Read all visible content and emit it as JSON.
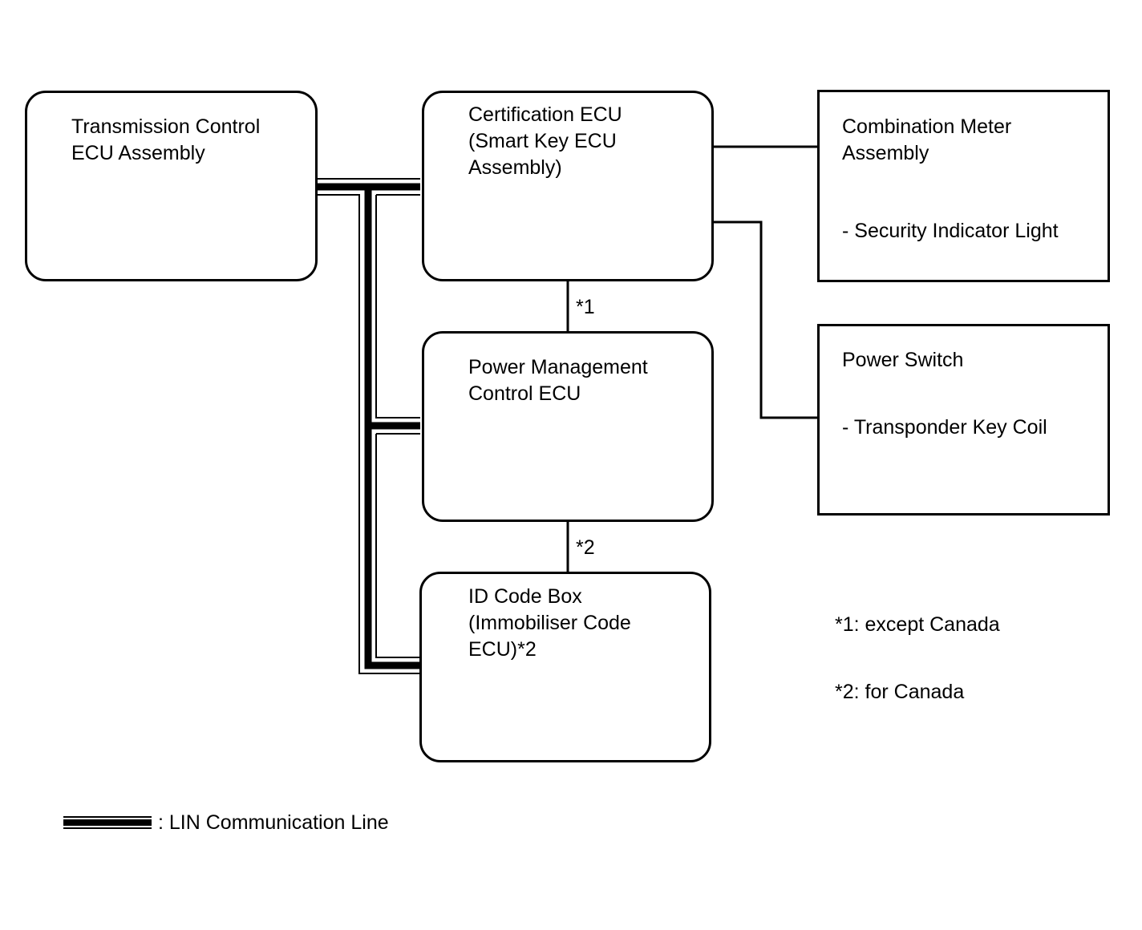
{
  "boxes": {
    "tcu": {
      "line1": "Transmission Control",
      "line2": "ECU Assembly"
    },
    "cert": {
      "line1": "Certification ECU",
      "line2": "(Smart Key ECU",
      "line3": "Assembly)"
    },
    "meter": {
      "line1": "Combination Meter",
      "line2": "Assembly",
      "sub": "- Security Indicator Light"
    },
    "pm": {
      "line1": "Power Management",
      "line2": "Control ECU"
    },
    "pswitch": {
      "line1": "Power Switch",
      "sub": "- Transponder Key Coil"
    },
    "idbox": {
      "line1": "ID Code Box",
      "line2": "(Immobiliser Code",
      "line3": "ECU)*2"
    }
  },
  "links": {
    "label1": "*1",
    "label2": "*2"
  },
  "notes": {
    "n1": "*1: except Canada",
    "n2": "*2: for Canada"
  },
  "legend": {
    "text": ": LIN Communication Line"
  }
}
